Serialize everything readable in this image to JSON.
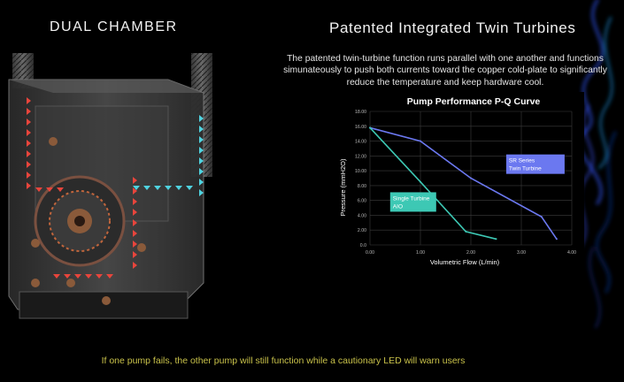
{
  "headings": {
    "left": "DUAL CHAMBER",
    "right": "Patented Integrated Twin Turbines"
  },
  "description": {
    "line1": "The patented twin-turbine function runs parallel with one another and functions",
    "line2": "simunateously to push both currents toward the copper cold-plate to significantly",
    "line3": "reduce the temperature and keep hardware cool."
  },
  "footer": "If one pump fails, the other pump will still function while a cautionary LED will warn users",
  "colors": {
    "background": "#000000",
    "footer_text": "#c9c24a",
    "sr_series": "#6b78f0",
    "single_turbine": "#3dc8b4",
    "flow_red": "#e8453c",
    "flow_cyan": "#4fd3e0"
  },
  "chart_data": {
    "type": "line",
    "title": "Pump Performance P-Q Curve",
    "xlabel": "Volumetric Flow (L/min)",
    "ylabel": "Pressure (mmH2O)",
    "xlim": [
      0,
      4
    ],
    "ylim": [
      0,
      18
    ],
    "x_ticks": [
      "0.00",
      "1.00",
      "2.00",
      "3.00",
      "4.00"
    ],
    "y_ticks": [
      "0.0",
      "2.00",
      "4.00",
      "6.00",
      "8.00",
      "10.00",
      "12.00",
      "14.00",
      "16.00",
      "18.00"
    ],
    "grid": true,
    "series": [
      {
        "name": "SR Series Twin Turbine",
        "label_lines": [
          "SR Series",
          "Twin Turbine"
        ],
        "color": "#6b78f0",
        "x": [
          0,
          1.0,
          2.0,
          3.4,
          3.7
        ],
        "y": [
          15.8,
          14.0,
          9.0,
          3.8,
          0.8
        ]
      },
      {
        "name": "Single Turbine AIO",
        "label_lines": [
          "Single Turbine",
          "AIO"
        ],
        "color": "#3dc8b4",
        "x": [
          0,
          1.0,
          1.9,
          2.5
        ],
        "y": [
          15.8,
          8.5,
          1.8,
          0.8
        ]
      }
    ]
  }
}
